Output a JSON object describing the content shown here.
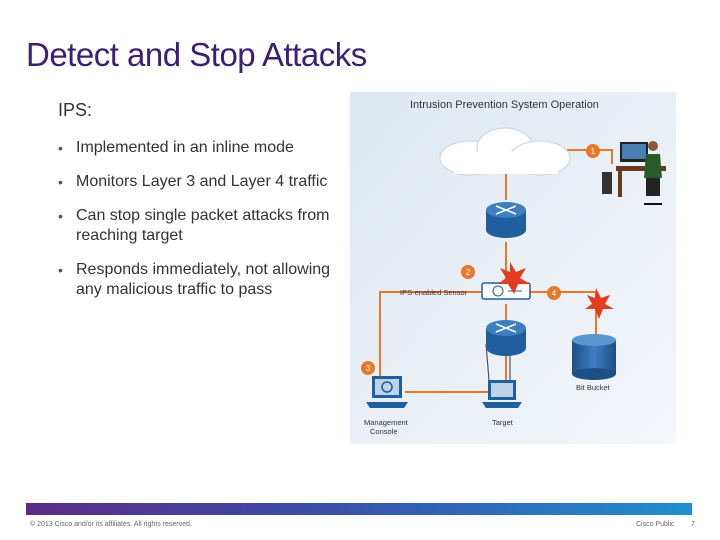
{
  "slide": {
    "title": "Detect and Stop Attacks",
    "subheading": "IPS:",
    "bullets": [
      "Implemented in an inline mode",
      "Monitors Layer 3 and Layer 4 traffic",
      "Can stop single packet attacks from reaching target",
      "Responds immediately, not allowing any malicious traffic to pass"
    ],
    "bullet_glyph": "•"
  },
  "diagram": {
    "title": "Intrusion Prevention System Operation",
    "labels": {
      "sensor": "IPS-enabled Sensor",
      "bit_bucket": "Bit Bucket",
      "management_console_line1": "Management",
      "management_console_line2": "Console",
      "target": "Target"
    },
    "steps": [
      "1",
      "2",
      "3",
      "4"
    ],
    "colors": {
      "flow": "#e8782a",
      "badge": "#e8782a",
      "router": "#1f5f9e",
      "burst": "#e53b1f"
    }
  },
  "footer": {
    "copyright": "© 2013 Cisco and/or its affiliates. All rights reserved.",
    "label": "Cisco Public",
    "page": "7"
  }
}
